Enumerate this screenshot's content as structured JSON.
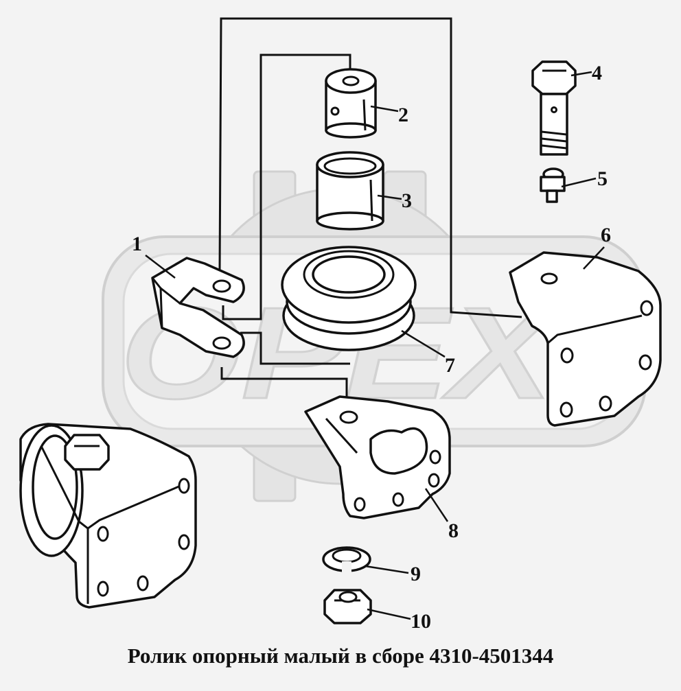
{
  "watermark": {
    "text": "OPEX"
  },
  "caption": "Ролик опорный малый в сборе 4310-4501344",
  "callouts": [
    "1",
    "2",
    "3",
    "4",
    "5",
    "6",
    "7",
    "8",
    "9",
    "10"
  ]
}
